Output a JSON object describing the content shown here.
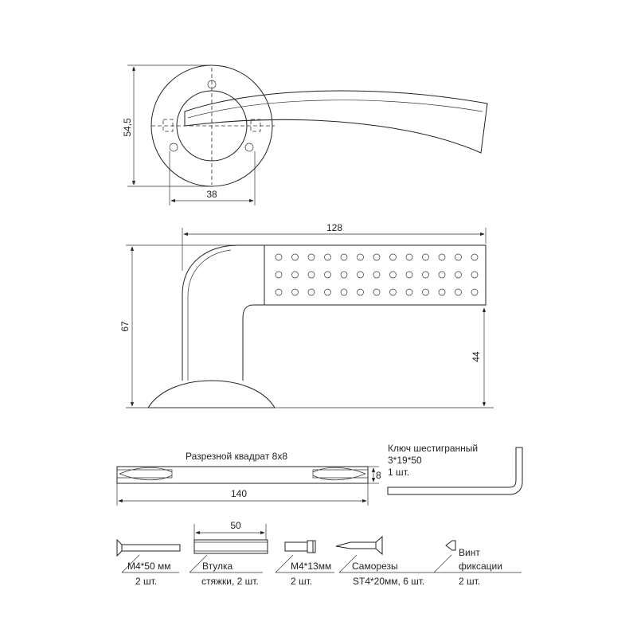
{
  "top_view": {
    "dim_height": "54,5",
    "dim_width": "38"
  },
  "side_view": {
    "dim_length": "128",
    "dim_height": "67",
    "dim_axis_height": "44"
  },
  "spindle": {
    "label": "Разрезной квадрат 8x8",
    "dim_length": "140",
    "dim_section": "8"
  },
  "hex_key": {
    "name": "Ключ шестигранный",
    "size": "3*19*50",
    "qty": "1 шт."
  },
  "parts": [
    {
      "name": "M4*50 мм",
      "qty": "2 шт."
    },
    {
      "name": "Втулка",
      "qty": "стяжки, 2 шт.",
      "dim": "50"
    },
    {
      "name": "M4*13мм",
      "qty": "2 шт."
    },
    {
      "name": "Саморезы",
      "qty": "ST4*20мм, 6 шт."
    },
    {
      "name": "Винт",
      "name2": "фиксации",
      "qty": "2 шт."
    }
  ]
}
